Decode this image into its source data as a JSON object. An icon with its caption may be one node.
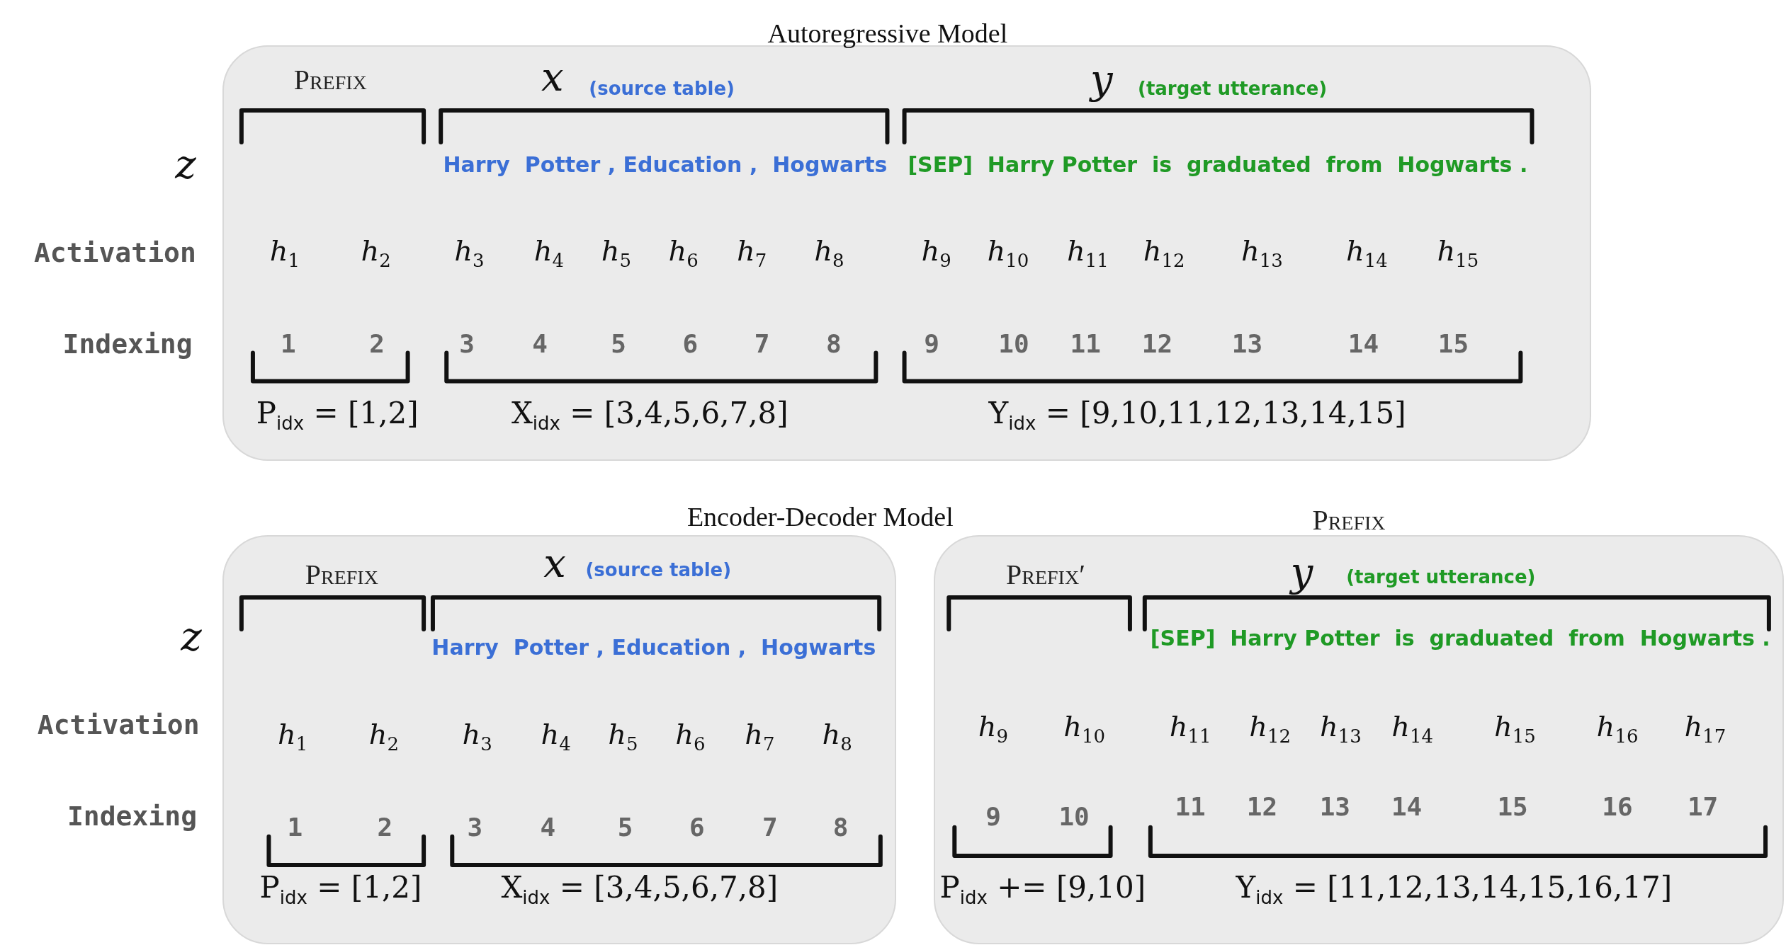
{
  "diagram": {
    "nodes": [
      {
        "text": [
          "Autoregressive Model"
        ]
      },
      {
        "text": [
          "Encoder-Decoder Model"
        ]
      },
      {
        "text": [
          "Prefix"
        ]
      }
    ],
    "labels": [
      "Prefix",
      "x",
      "(source table)",
      "y",
      "(target utterance)",
      "z",
      "Harry  Potter , Education ,  Hogwarts",
      "[SEP]  Harry Potter  is  graduated  from  Hogwarts .",
      "Activation",
      "h$_{1}$",
      "h$_{2}$",
      "h$_{3}$",
      "h$_{4}$",
      "h$_{5}$",
      "h$_{6}$",
      "h$_{7}$",
      "h$_{8}$",
      "h$_{9}$",
      "h$_{10}$",
      "h$_{11}$",
      "h$_{12}$",
      "h$_{13}$",
      "h$_{14}$",
      "h$_{15}$",
      "Indexing",
      "1",
      "2",
      "3",
      "4",
      "5",
      "6",
      "7",
      "8",
      "9",
      "10",
      "11",
      "12",
      "13",
      "14",
      "15",
      "P$_{idx}$ = [1,2]",
      "X$_{idx}$ = [3,4,5,6,7,8]",
      "Y$_{idx}$ = [9,10,11,12,13,14,15]",
      "Prefix",
      "x",
      "(source table)",
      "Prefix′",
      "y",
      "(target utterance)",
      "z",
      "Harry  Potter , Education ,  Hogwarts",
      "[SEP]  Harry Potter  is  graduated  from  Hogwarts .",
      "Activation",
      "h$_{1}$",
      "h$_{2}$",
      "h$_{3}$",
      "h$_{4}$",
      "h$_{5}$",
      "h$_{6}$",
      "h$_{7}$",
      "h$_{8}$",
      "h$_{9}$",
      "h$_{10}$",
      "h$_{11}$",
      "h$_{12}$",
      "h$_{13}$",
      "h$_{14}$",
      "h$_{15}$",
      "h$_{16}$",
      "h$_{17}$",
      "Indexing",
      "1",
      "2",
      "3",
      "4",
      "5",
      "6",
      "7",
      "8",
      "9",
      "10",
      "11",
      "12",
      "13",
      "14",
      "15",
      "16",
      "17",
      "P$_{idx}$ = [1,2]",
      "X$_{idx}$ = [3,4,5,6,7,8]",
      "P$_{idx}$ += [9,10]",
      "Y$_{idx}$ = [11,12,13,14,15,16,17]"
    ]
  }
}
